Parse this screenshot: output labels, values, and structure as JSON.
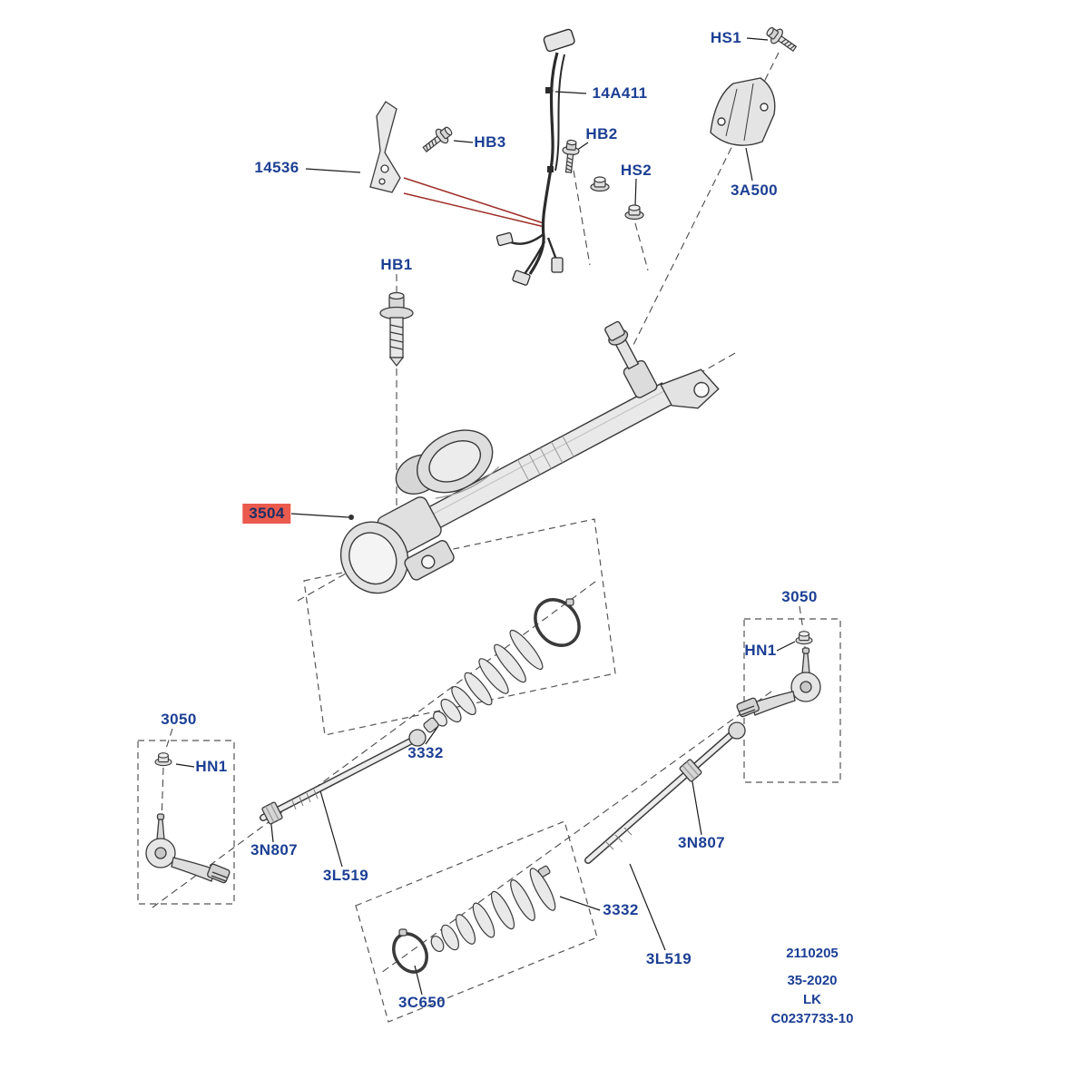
{
  "diagram": {
    "type": "exploded-parts-diagram",
    "subject": "steering gear / rack and tie rod assembly",
    "labels": {
      "hs1": "HS1",
      "n14a411": "14A411",
      "hb3": "HB3",
      "hb2": "HB2",
      "hs2": "HS2",
      "n14536": "14536",
      "n3a500": "3A500",
      "hb1": "HB1",
      "n3504": "3504",
      "n3050_right": "3050",
      "hn1_right": "HN1",
      "n3332_center": "3332",
      "n3050_left": "3050",
      "hn1_left": "HN1",
      "n3n807_left": "3N807",
      "n3l519_left": "3L519",
      "n3n807_right": "3N807",
      "n3332_bottom": "3332",
      "n3l519_bottom": "3L519",
      "n3c650": "3C650"
    },
    "footer": {
      "line1": "2110205",
      "line2": "35-2020",
      "line3": "LK",
      "line4": "C0237733-10"
    },
    "colors": {
      "label": "#1c3f94",
      "highlight": "#ea5a4d",
      "red_line": "#9e2f28",
      "line": "#222222"
    }
  }
}
